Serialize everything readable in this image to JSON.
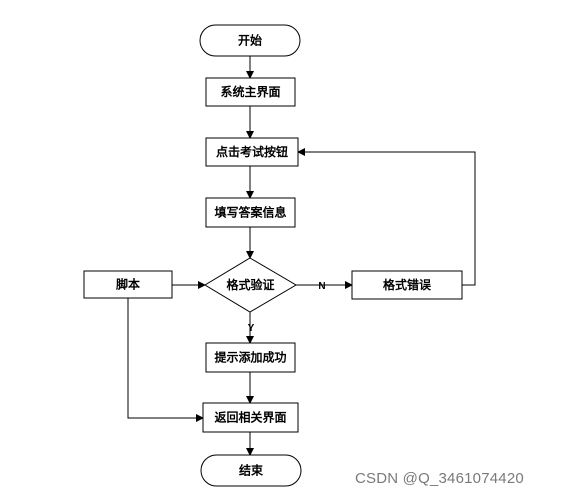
{
  "nodes": {
    "start": "开始",
    "main_ui": "系统主界面",
    "click_exam": "点击考试按钮",
    "fill_answer": "填写答案信息",
    "format_check": "格式验证",
    "format_error": "格式错误",
    "script": "脚本",
    "add_success": "提示添加成功",
    "return_page": "返回相关界面",
    "end": "结束"
  },
  "edge_labels": {
    "no": "N",
    "yes": "Y"
  },
  "watermark": "CSDN @Q_3461074420",
  "colors": {
    "stroke": "#000000",
    "background": "#ffffff",
    "watermark": "#7a7a7a"
  }
}
